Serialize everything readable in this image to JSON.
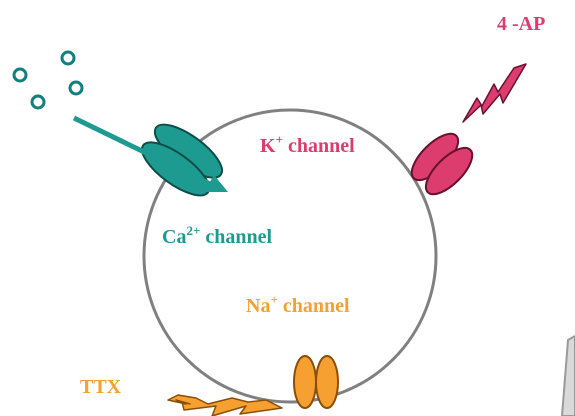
{
  "labels": {
    "four_ap": "4 -AP",
    "k_channel_base": "K",
    "k_channel_sup": "+",
    "k_channel_rest": " channel",
    "ca_channel_base": "Ca",
    "ca_channel_sup": "2+",
    "ca_channel_rest": " channel",
    "na_channel_base": "Na",
    "na_channel_sup": "+",
    "na_channel_rest": " channel",
    "ttx": "TTX"
  },
  "colors": {
    "potassium": "#DC3C6E",
    "calcium": "#1E9B91",
    "sodium": "#F7A032",
    "cell_outline": "#808080",
    "ion_dots": "#147F7F"
  },
  "icons": {
    "four_ap": "lightning-bolt",
    "ttx": "lightning-bolt",
    "ions": "circle"
  }
}
